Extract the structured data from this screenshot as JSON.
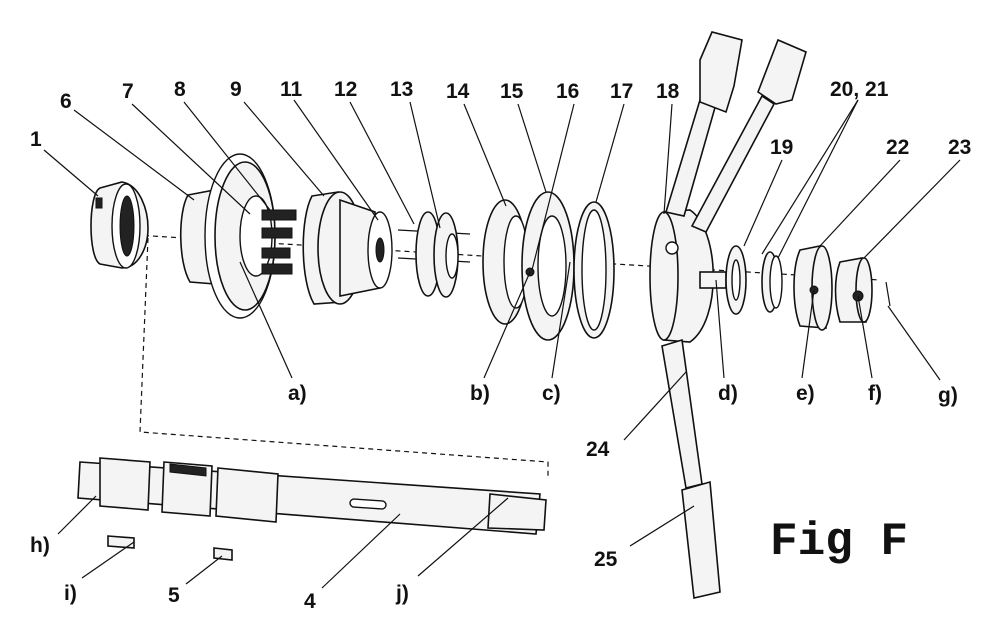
{
  "diagram": {
    "caption": "Fig F",
    "labels": [
      "1",
      "6",
      "7",
      "8",
      "9",
      "11",
      "12",
      "13",
      "14",
      "15",
      "16",
      "17",
      "18",
      "20, 21",
      "19",
      "22",
      "23",
      "24",
      "25",
      "4",
      "5",
      "a)",
      "b)",
      "c)",
      "d)",
      "e)",
      "f)",
      "g)",
      "h)",
      "i)",
      "j)"
    ]
  }
}
